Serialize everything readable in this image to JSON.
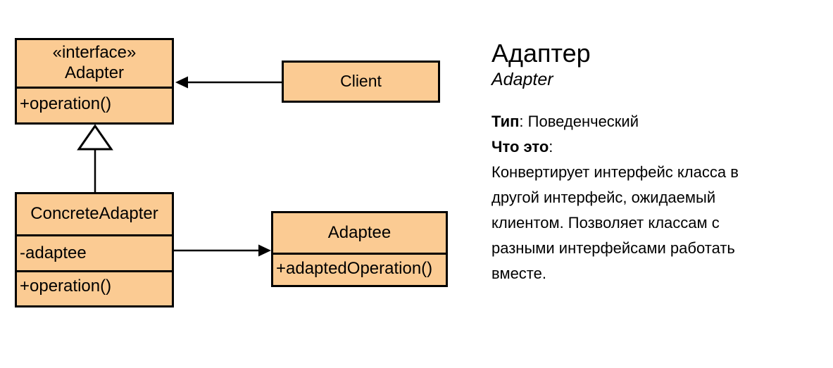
{
  "diagram": {
    "interface_box": {
      "stereotype": "«interface»",
      "name": "Adapter",
      "operation": "+operation()"
    },
    "client_box": {
      "name": "Client"
    },
    "concrete_adapter_box": {
      "name": "ConcreteAdapter",
      "attribute": "-adaptee",
      "operation": "+operation()"
    },
    "adaptee_box": {
      "name": "Adaptee",
      "operation": "+adaptedOperation()"
    }
  },
  "info": {
    "title": "Адаптер",
    "subtitle": "Adapter",
    "type_label": "Тип",
    "type_value": ": Поведенческий",
    "what_label": "Что это",
    "what_suffix": ":",
    "description_lines": [
      "Конвертирует интерфейс класса в",
      "другой интерфейс, ожидаемый",
      "клиентом. Позволяет классам с",
      "разными интерфейсами работать",
      "вместе."
    ]
  },
  "colors": {
    "box_fill": "#FBCB93",
    "box_border": "#000000",
    "line_color": "#000000",
    "bg": "#FFFFFF",
    "text": "#000000"
  }
}
